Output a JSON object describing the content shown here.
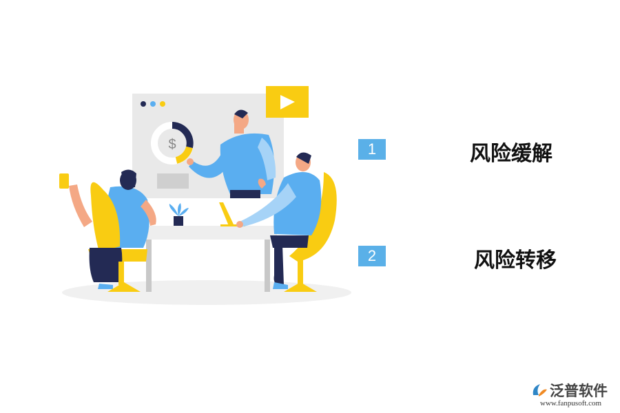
{
  "items": [
    {
      "number": "1",
      "label": "风险缓解"
    },
    {
      "number": "2",
      "label": "风险转移"
    }
  ],
  "screen": {
    "currency_symbol": "$"
  },
  "logo": {
    "name": "泛普软件",
    "url": "www.fanpusoft.com"
  },
  "colors": {
    "badge": "#5ab0e8",
    "label": "#111111",
    "accent_yellow": "#f9cc12",
    "shirt_blue": "#5aaef0",
    "dark_navy": "#232a54"
  }
}
